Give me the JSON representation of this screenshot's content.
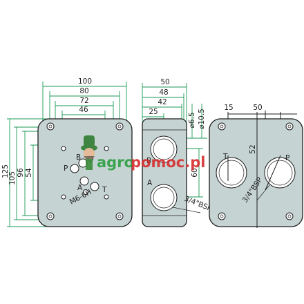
{
  "watermark": {
    "brand_green": "agro",
    "brand_red": "pomoc.pl",
    "color_green": "#2ea043",
    "color_red": "#d62d2d"
  },
  "front_view": {
    "dim_100": "100",
    "dim_80": "80",
    "dim_72": "72",
    "dim_46": "46",
    "dim_125": "125",
    "dim_105": "105",
    "dim_96": "96",
    "dim_54": "54",
    "port_p": "P",
    "port_b": "B",
    "port_a": "A",
    "port_t": "T",
    "thread": "M6-6H"
  },
  "side_view": {
    "dim_50": "50",
    "dim_48": "48",
    "dim_42": "42",
    "dim_25": "25",
    "dim_d65": "⌀6.5",
    "dim_d105": "⌀10.5",
    "dim_60": "60",
    "port_b": "B",
    "port_a": "A",
    "thread": "3/4\"BSP"
  },
  "back_view": {
    "dim_15": "15",
    "dim_50": "50",
    "dim_52": "52",
    "port_t": "T",
    "port_p": "P",
    "thread": "3/4\"BSP"
  }
}
